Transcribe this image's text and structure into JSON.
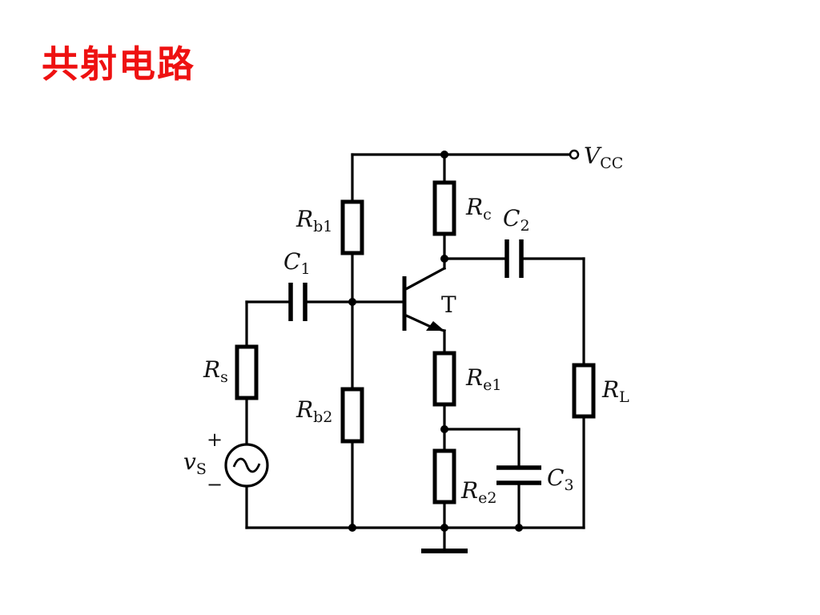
{
  "title": "共射电路",
  "colors": {
    "title": "#ee1111",
    "wire": "#000000"
  },
  "labels": {
    "vcc": {
      "main": "V",
      "sub": "CC"
    },
    "rb1": {
      "main": "R",
      "sub": "b1"
    },
    "rb2": {
      "main": "R",
      "sub": "b2"
    },
    "rc": {
      "main": "R",
      "sub": "c"
    },
    "re1": {
      "main": "R",
      "sub": "e1"
    },
    "re2": {
      "main": "R",
      "sub": "e2"
    },
    "rs": {
      "main": "R",
      "sub": "s"
    },
    "rl": {
      "main": "R",
      "sub": "L"
    },
    "c1": {
      "main": "C",
      "sub": "1"
    },
    "c2": {
      "main": "C",
      "sub": "2"
    },
    "c3": {
      "main": "C",
      "sub": "3"
    },
    "vs": {
      "main": "v",
      "sub": "S"
    },
    "transistor": "T",
    "plus": "+",
    "minus": "−"
  }
}
